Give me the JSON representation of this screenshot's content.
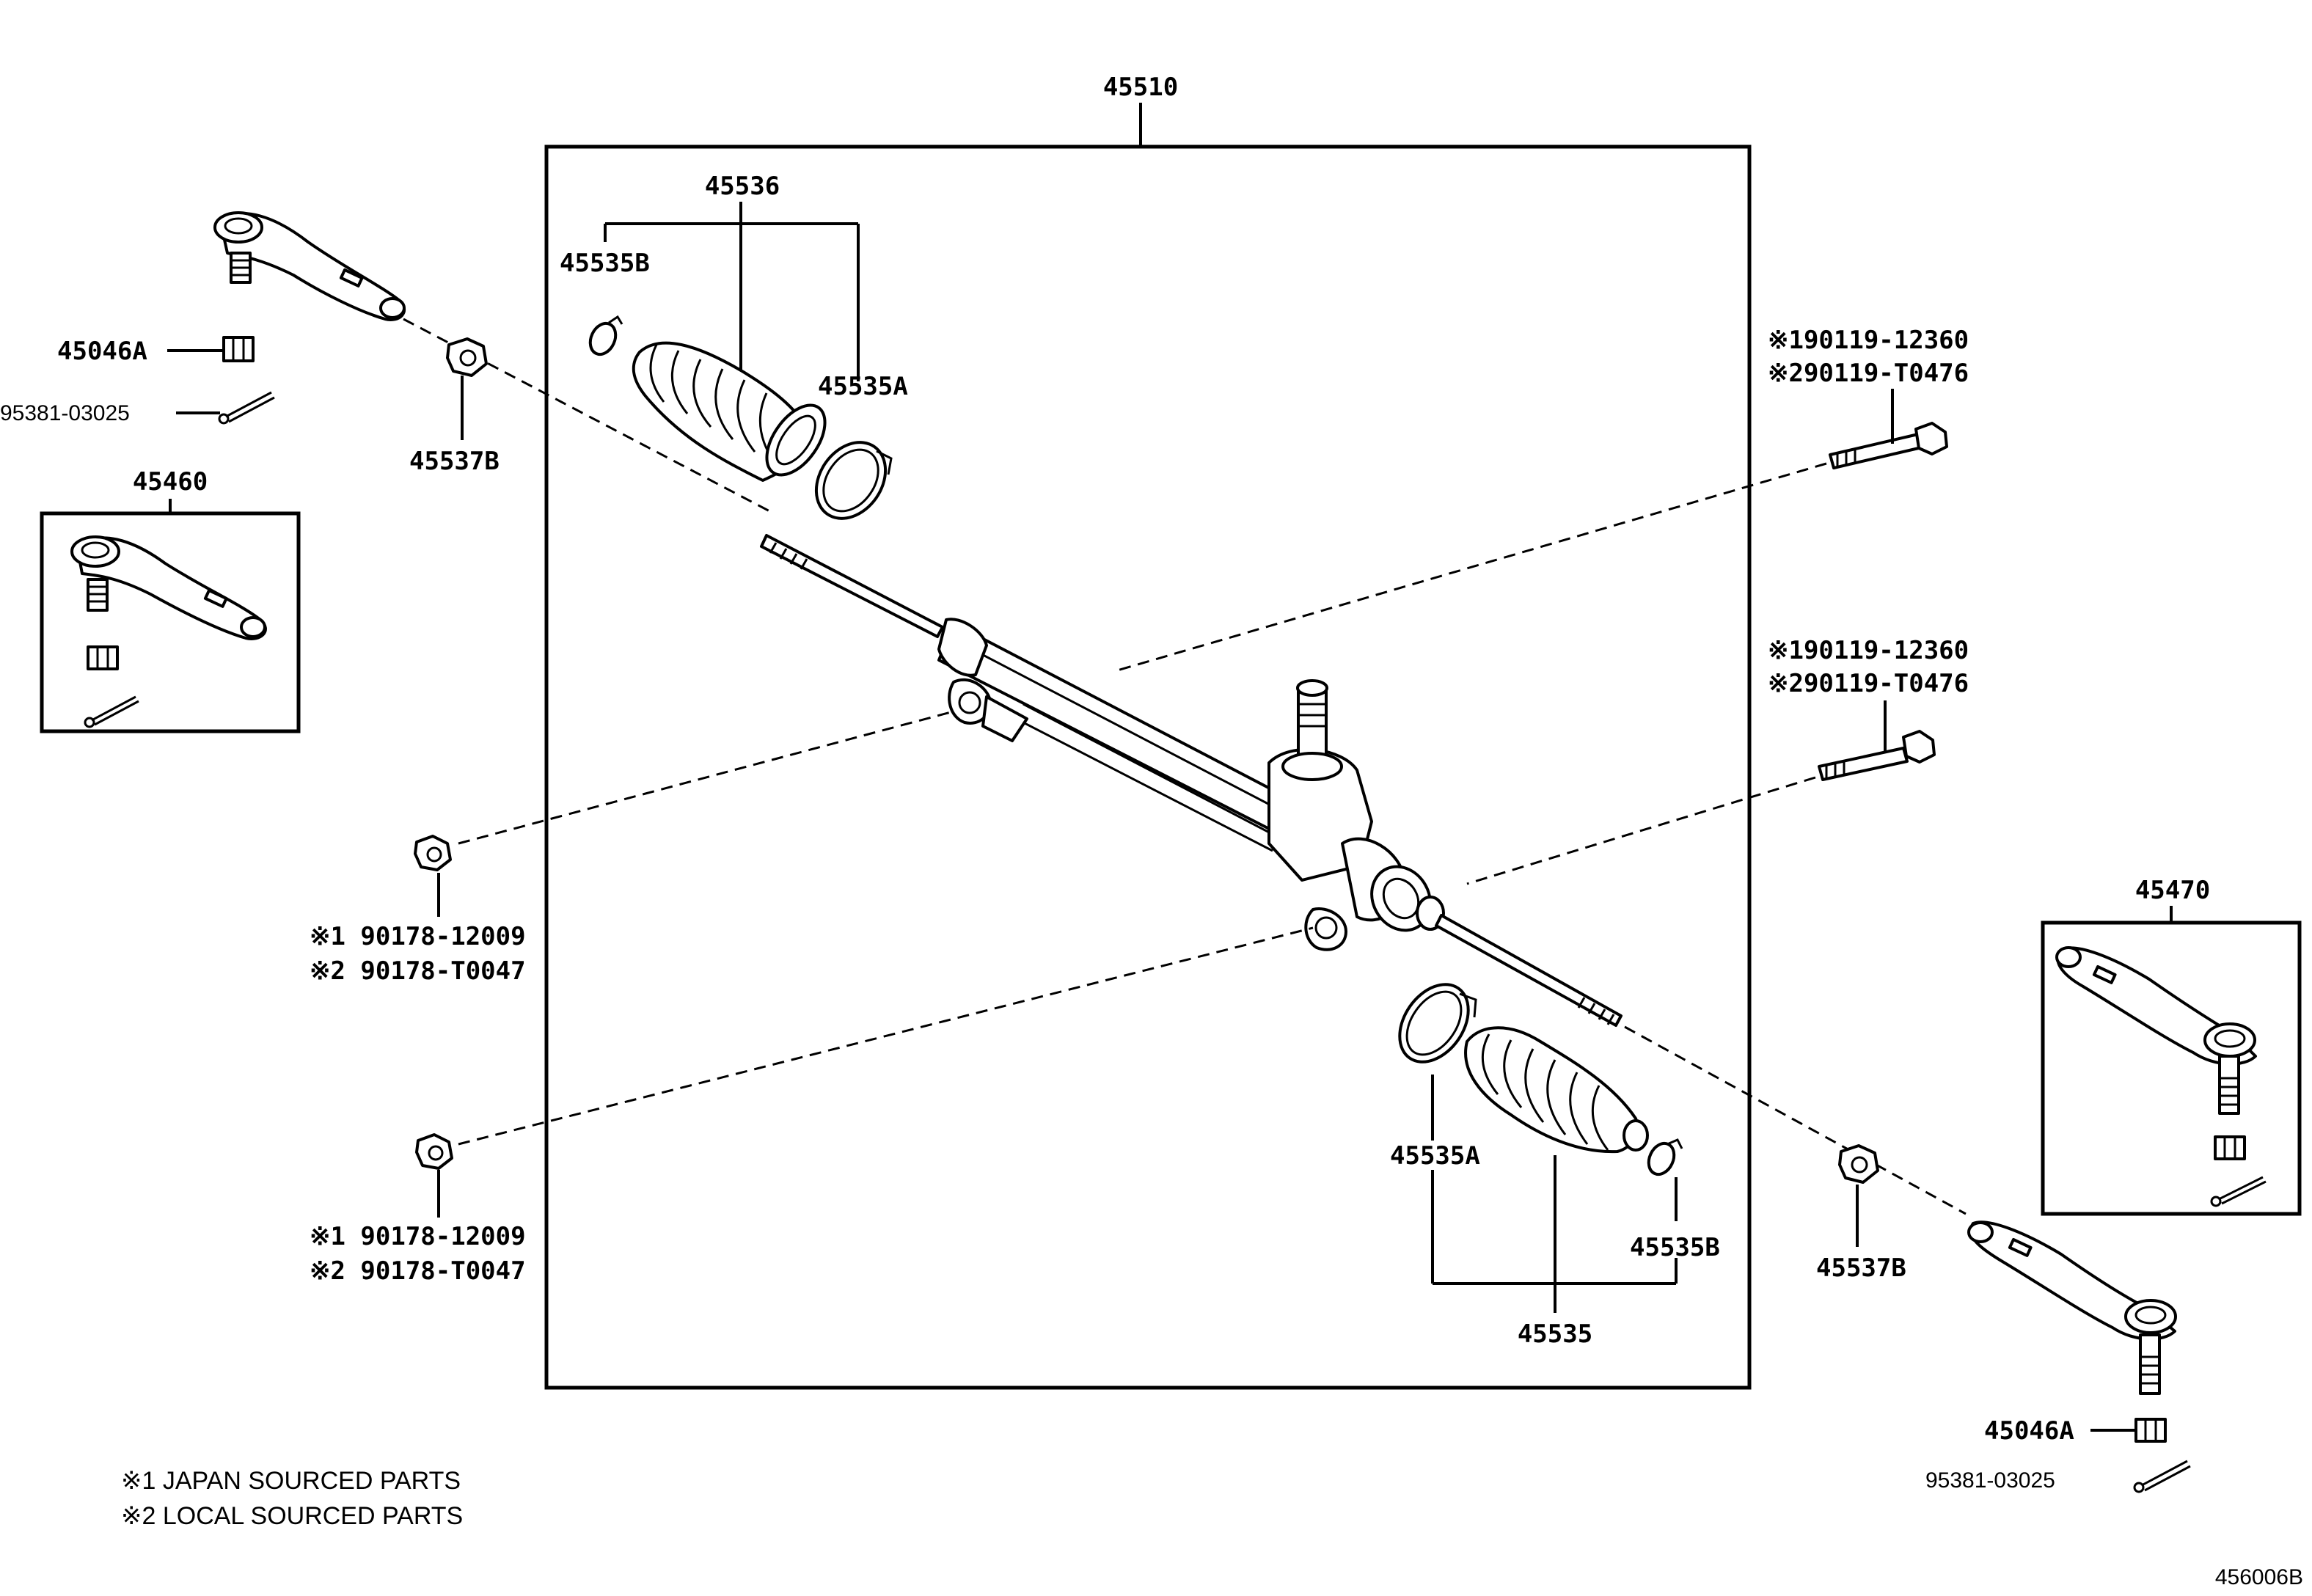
{
  "diagram": {
    "labels": {
      "assembly": "45510",
      "boot_kit_upper": "45536",
      "clip_b_upper": "45535B",
      "clip_a_upper": "45535A",
      "nut_left": "45046A",
      "cotter_left": "95381-03025",
      "bushing_left": "45537B",
      "tie_rod_end_left": "45460",
      "bolt_upper_1": "※190119-12360",
      "bolt_upper_2": "※290119-T0476",
      "bolt_lower_1": "※190119-12360",
      "bolt_lower_2": "※290119-T0476",
      "nut_upper_1": "※1 90178-12009",
      "nut_upper_2": "※2 90178-T0047",
      "nut_lower_1": "※1 90178-12009",
      "nut_lower_2": "※2 90178-T0047",
      "tie_rod_end_right": "45470",
      "clip_a_lower": "45535A",
      "clip_b_lower": "45535B",
      "boot_kit_lower": "45535",
      "bushing_right": "45537B",
      "nut_right": "45046A",
      "cotter_right": "95381-03025"
    },
    "notes": {
      "japan": "※1 JAPAN SOURCED PARTS",
      "local": "※2 LOCAL SOURCED PARTS"
    },
    "figure_code": "456006B"
  }
}
